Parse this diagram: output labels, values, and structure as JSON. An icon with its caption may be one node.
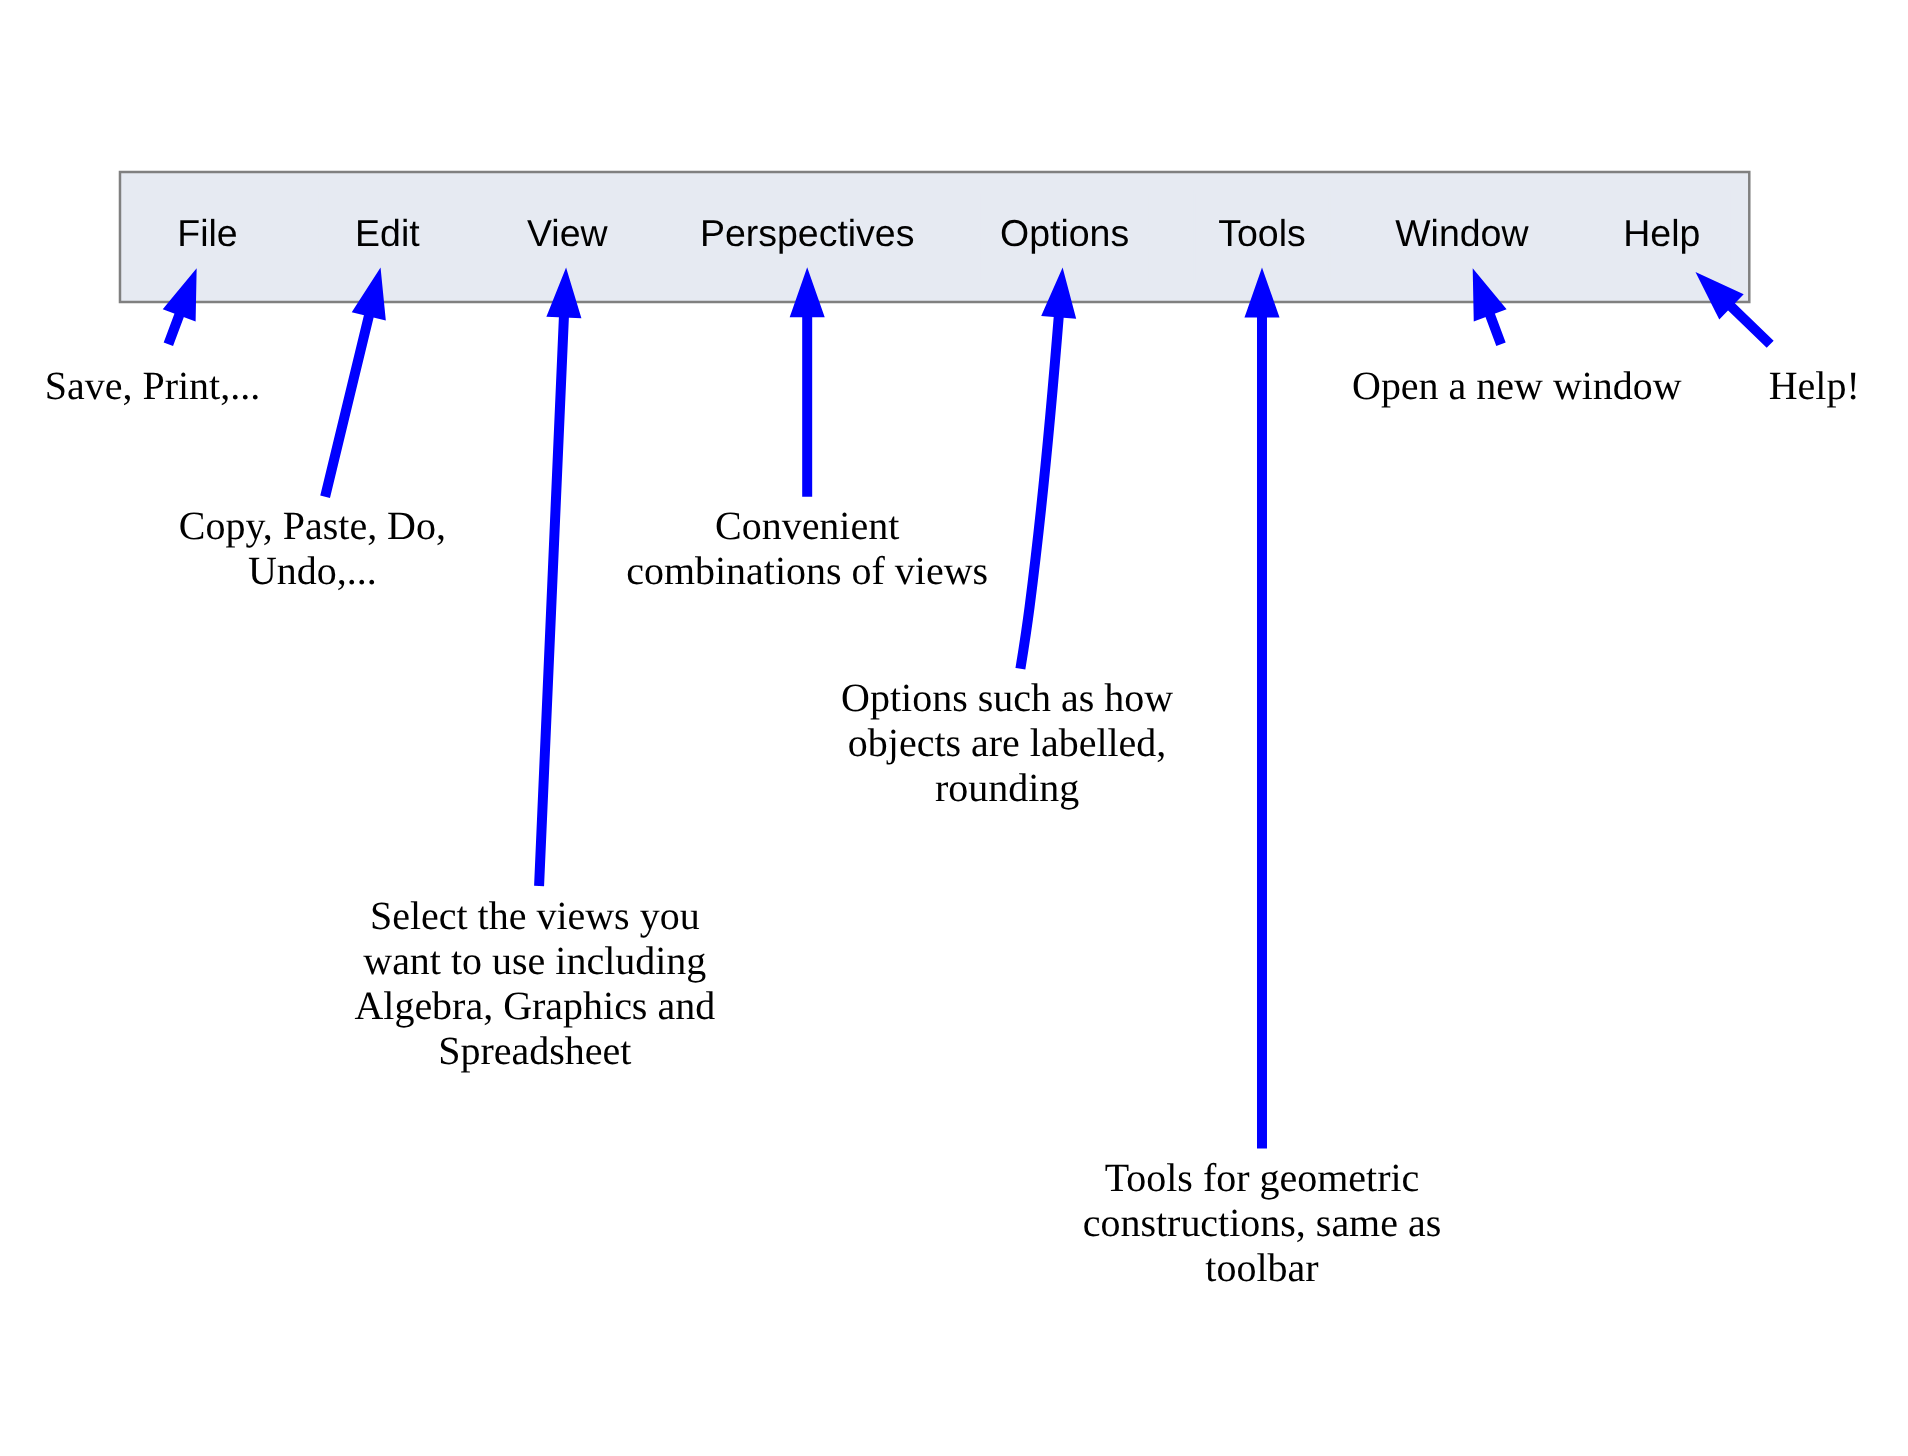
{
  "diagram": {
    "nodes": [
      {
        "text": [],
        "shape": "bar"
      },
      {
        "text": [
          "File"
        ],
        "in": 0
      },
      {
        "text": [
          "Edit"
        ],
        "in": 0
      },
      {
        "text": [
          "View"
        ],
        "in": 0
      },
      {
        "text": [
          "Perspectives"
        ],
        "in": 0
      },
      {
        "text": [
          "Options"
        ],
        "in": 0
      },
      {
        "text": [
          "Tools"
        ],
        "in": 0
      },
      {
        "text": [
          "Window"
        ],
        "in": 0
      },
      {
        "text": [
          "Help"
        ],
        "in": 0
      },
      {
        "text": [
          "Save, Print,..."
        ]
      },
      {
        "text": [
          "Copy, Paste, Do, Undo,..."
        ]
      },
      {
        "text": [
          "Select the views you want to use including Algebra, Graphics and Spreadsheet"
        ]
      },
      {
        "text": [
          "Convenient combinations of views"
        ]
      },
      {
        "text": [
          "Options such as how objects are labelled, rounding"
        ]
      },
      {
        "text": [
          "Tools for geometric constructions, same as toolbar"
        ]
      },
      {
        "text": [
          "Open a new window"
        ]
      },
      {
        "text": [
          "Help!"
        ]
      }
    ],
    "edges": [
      {
        "from": 9,
        "to": 1,
        "arrow": "to"
      },
      {
        "from": 10,
        "to": 2,
        "arrow": "to"
      },
      {
        "from": 11,
        "to": 3,
        "arrow": "to"
      },
      {
        "from": 12,
        "to": 4,
        "arrow": "to"
      },
      {
        "from": 13,
        "to": 5,
        "arrow": "to"
      },
      {
        "from": 14,
        "to": 6,
        "arrow": "to"
      },
      {
        "from": 15,
        "to": 7,
        "arrow": "to"
      },
      {
        "from": 16,
        "to": 8,
        "arrow": "to"
      }
    ]
  }
}
